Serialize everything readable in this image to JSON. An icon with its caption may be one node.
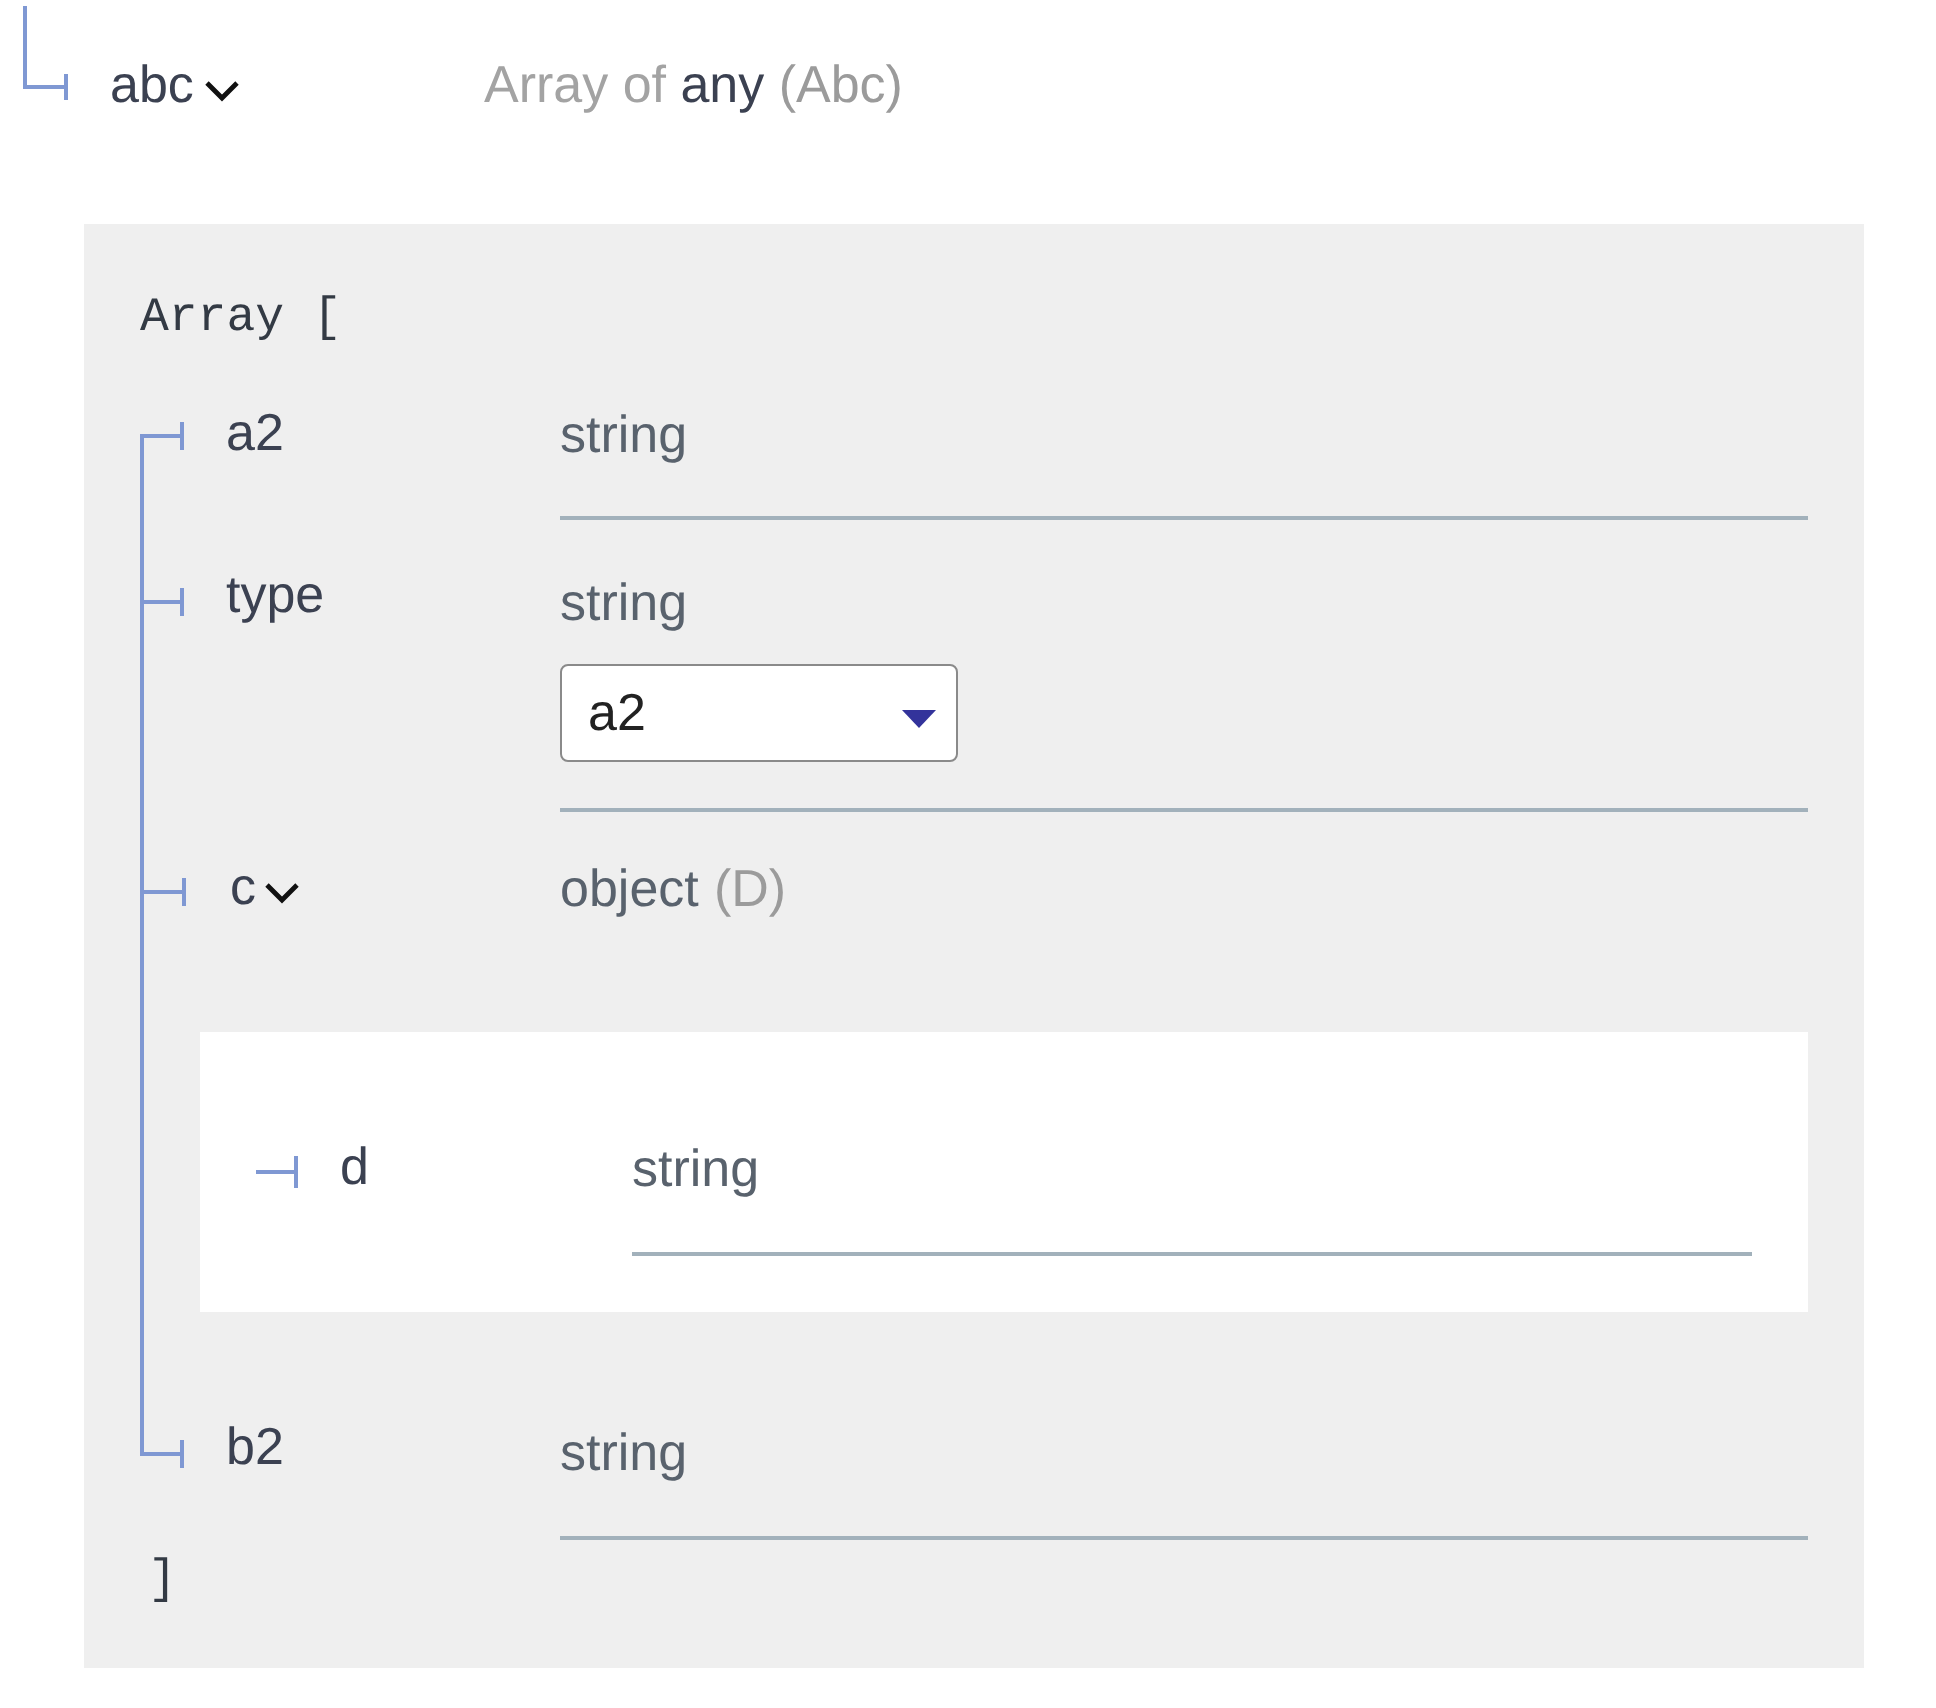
{
  "diagram": {
    "nodes": [
      {
        "text": [
          "Array [",
          "a2",
          "string",
          "type",
          "string",
          "c",
          "object",
          "(D)",
          "b2",
          "string",
          "]"
        ]
      },
      {
        "text": [
          "a2"
        ],
        "in": 0
      },
      {
        "text": [
          "d",
          "string"
        ],
        "in": 0
      }
    ],
    "labels": [
      "abc",
      "Array of",
      "any",
      "(Abc)"
    ]
  }
}
